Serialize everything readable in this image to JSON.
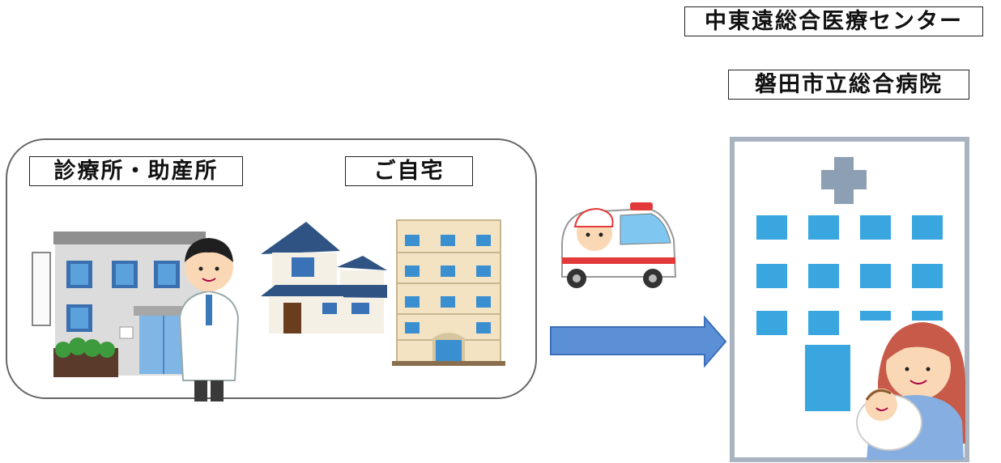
{
  "hospitals": {
    "label_1": "中東遠総合医療センター",
    "label_2": "磐田市立総合病院"
  },
  "origin_group": {
    "clinic_label": "診療所・助産所",
    "home_label": "ご自宅"
  },
  "colors": {
    "arrow_fill": "#5b8fd6",
    "arrow_stroke": "#3d6fb8",
    "window_blue": "#3aa6e0",
    "hospital_plus": "#8d9fb3",
    "group_border": "#666666"
  },
  "icons": {
    "clinic": "clinic-building-icon",
    "doctor": "doctor-icon",
    "house": "house-icon",
    "apartment": "apartment-building-icon",
    "ambulance": "ambulance-icon",
    "arrow": "right-arrow-icon",
    "hospital": "hospital-building-icon",
    "nurse": "nurse-with-baby-icon"
  }
}
